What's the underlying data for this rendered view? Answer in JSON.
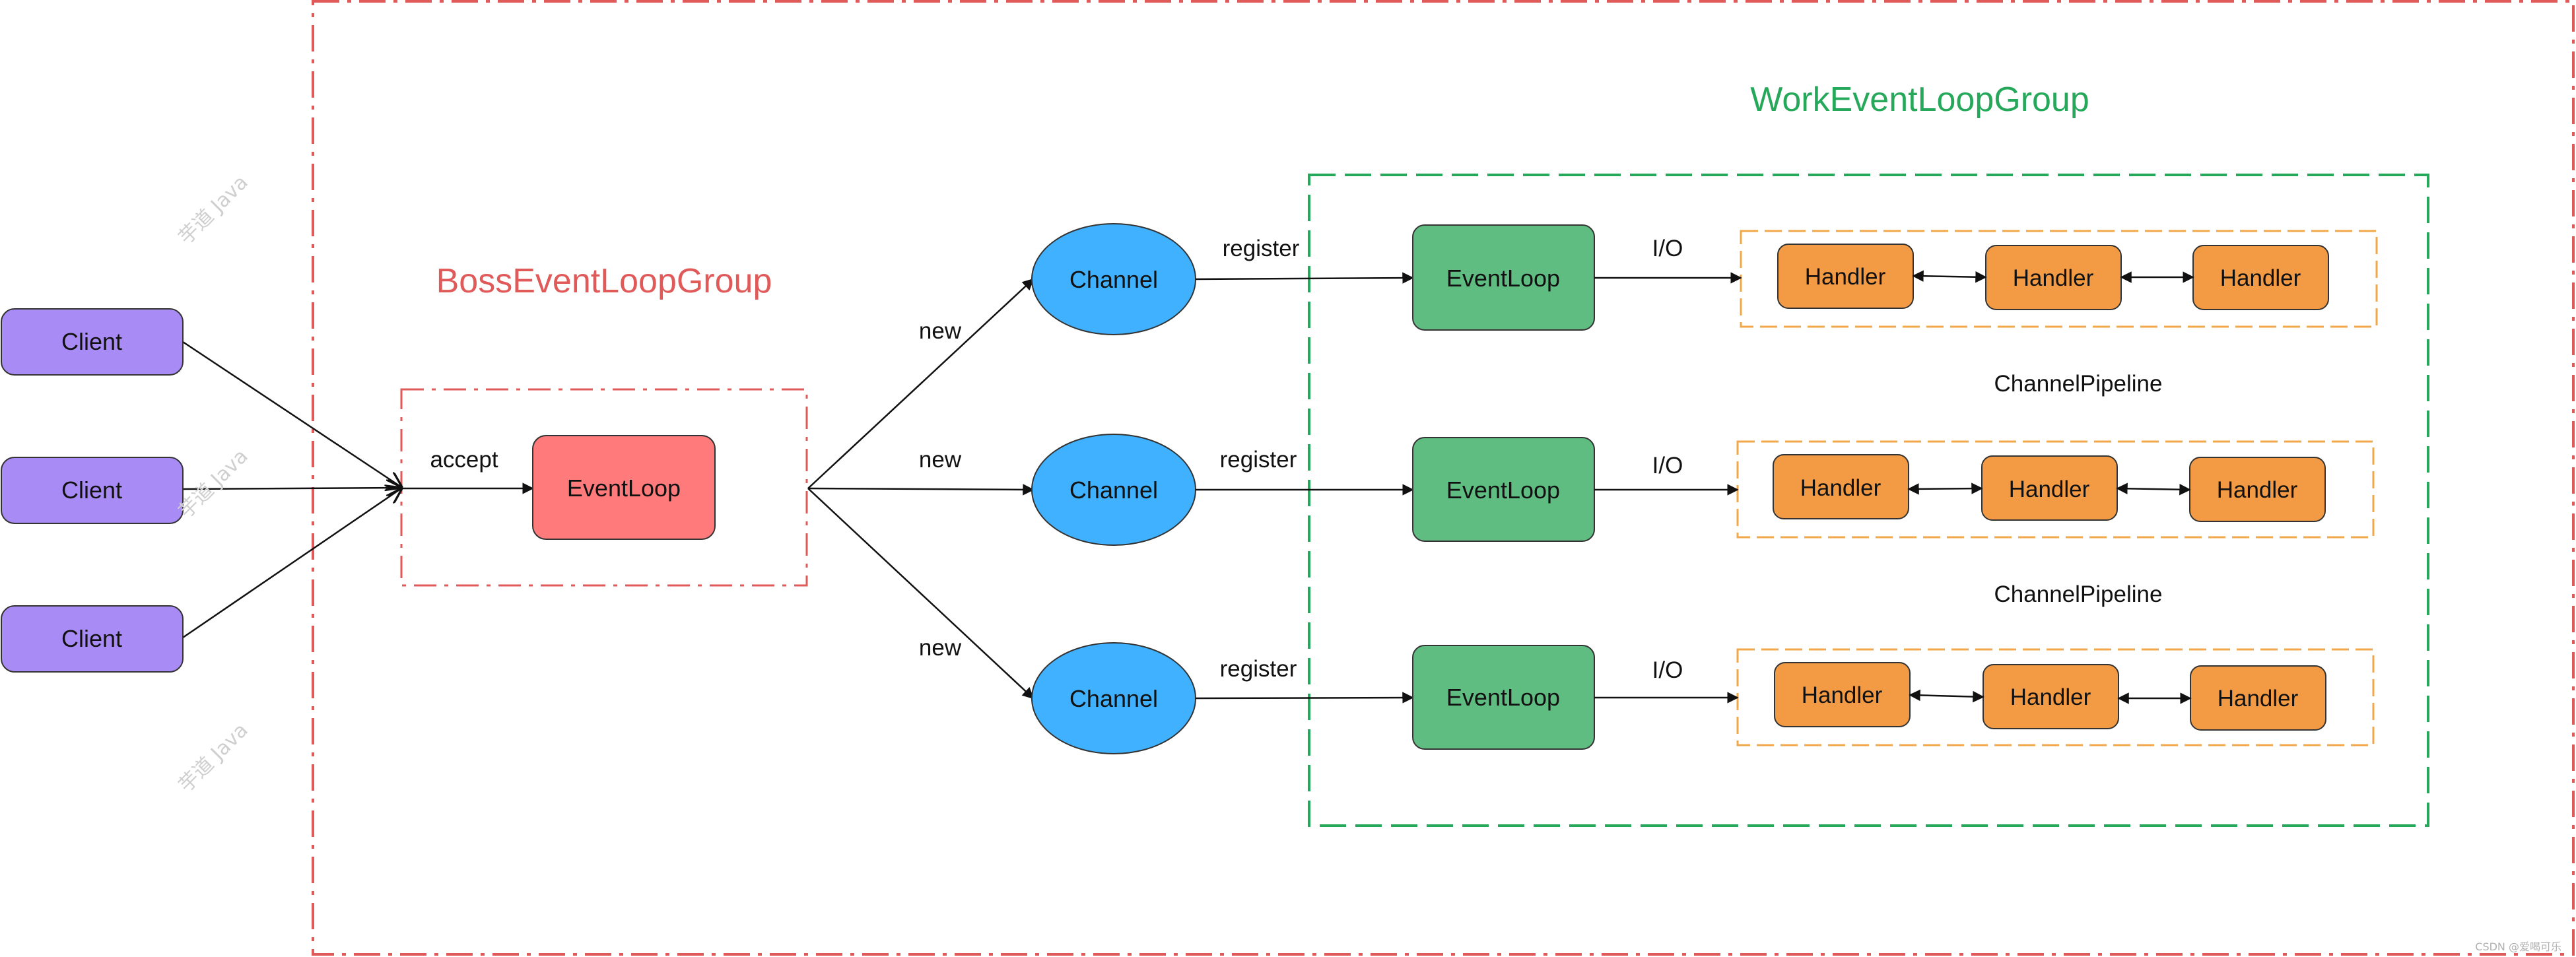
{
  "groups": {
    "boss_title": "BossEventLoopGroup",
    "work_title": "WorkEventLoopGroup"
  },
  "clients": [
    "Client",
    "Client",
    "Client"
  ],
  "boss": {
    "accept_label": "accept",
    "eventloop_label": "EventLoop"
  },
  "rows": [
    {
      "new_label": "new",
      "channel_label": "Channel",
      "register_label": "register",
      "eventloop_label": "EventLoop",
      "io_label": "I/O",
      "handlers": [
        "Handler",
        "Handler",
        "Handler"
      ],
      "pipeline_label": "ChannelPipeline"
    },
    {
      "new_label": "new",
      "channel_label": "Channel",
      "register_label": "register",
      "eventloop_label": "EventLoop",
      "io_label": "I/O",
      "handlers": [
        "Handler",
        "Handler",
        "Handler"
      ],
      "pipeline_label": "ChannelPipeline"
    },
    {
      "new_label": "new",
      "channel_label": "Channel",
      "register_label": "register",
      "eventloop_label": "EventLoop",
      "io_label": "I/O",
      "handlers": [
        "Handler",
        "Handler",
        "Handler"
      ],
      "pipeline_label": ""
    }
  ],
  "watermarks": [
    "芋道 Java",
    "芋道 Java",
    "芋道 Java"
  ],
  "credit": "CSDN @爱喝可乐",
  "colors": {
    "boss_red": "#e05a5a",
    "work_green": "#26a85a",
    "client_fill": "#a98bf5",
    "boss_eventloop_fill": "#ff7a7a",
    "channel_fill": "#3fb1ff",
    "eventloop_fill": "#5fbd82",
    "handler_fill": "#f29a44",
    "pipeline_border": "#f2a74a"
  }
}
